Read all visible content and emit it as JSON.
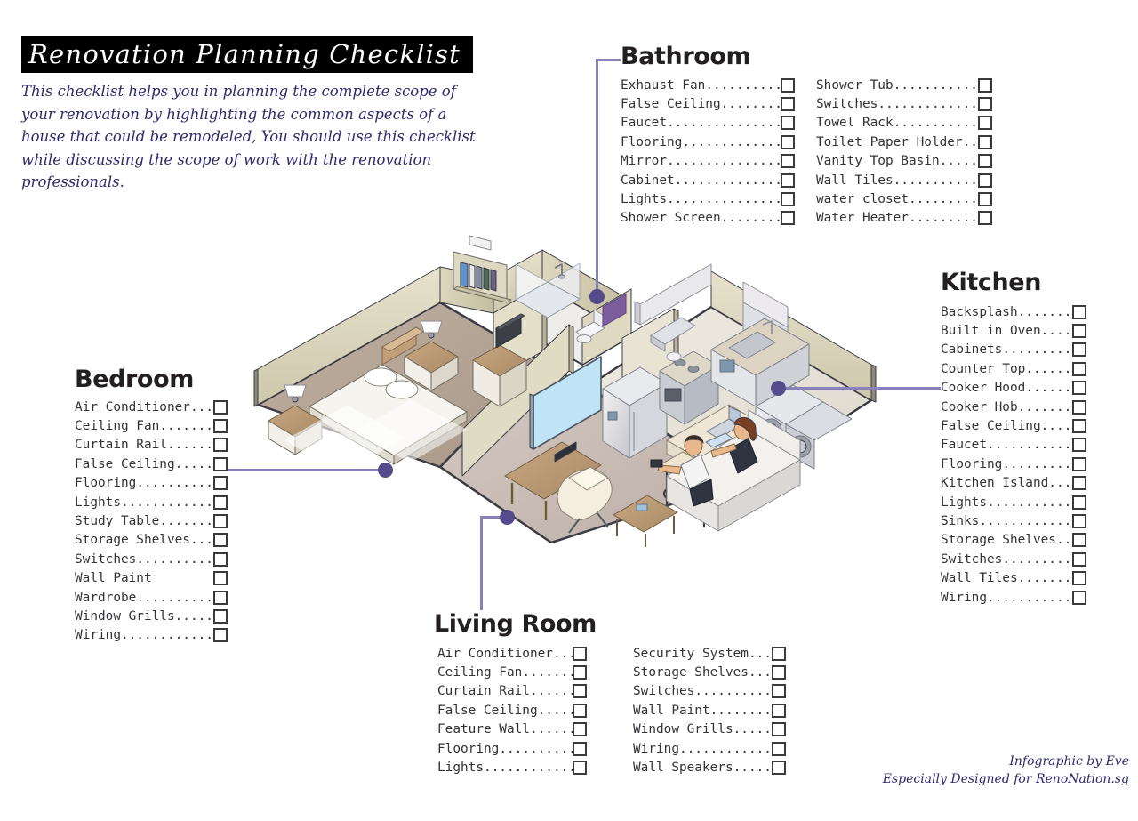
{
  "header": {
    "title": "Renovation Planning Checklist",
    "intro": "This checklist helps you in planning the complete scope of your renovation by highlighting the common aspects of a house that could be remodeled, You should use this checklist while discussing the scope of work with the renovation professionals."
  },
  "colors": {
    "banner_bg": "#000000",
    "banner_text": "#ffffff",
    "intro_text": "#2d2a6e",
    "heading": "#231f20",
    "item_text": "#333238",
    "checkbox_border": "#3a3a3a",
    "connector_line": "#8882b8",
    "connector_dot": "#554a8c",
    "wall": "#ded9c0",
    "wall_shade": "#c9c3a6",
    "floor_bedroom": "#b3a396",
    "floor_living": "#cbbfb8",
    "floor_kitchen": "#e9e5dc",
    "outline": "#3b3b44"
  },
  "sections": {
    "bathroom": {
      "title": "Bathroom",
      "columns": [
        [
          "Exhaust Fan",
          "False Ceiling",
          "Faucet",
          "Flooring",
          "Mirror",
          "Cabinet",
          "Lights",
          "Shower Screen"
        ],
        [
          "Shower Tub",
          "Switches",
          "Towel Rack",
          "Toilet Paper Holder",
          "Vanity Top Basin",
          "Wall Tiles",
          "water closet",
          "Water Heater"
        ]
      ]
    },
    "kitchen": {
      "title": "Kitchen",
      "columns": [
        [
          "Backsplash",
          "Built in Oven",
          "Cabinets",
          "Counter Top",
          "Cooker Hood",
          "Cooker Hob",
          "False Ceiling",
          "Faucet",
          "Flooring",
          "Kitchen Island",
          "Lights",
          "Sinks",
          "Storage Shelves",
          "Switches",
          "Wall Tiles",
          "Wiring"
        ]
      ]
    },
    "bedroom": {
      "title": "Bedroom",
      "columns": [
        [
          "Air Conditioner",
          "Ceiling Fan",
          "Curtain Rail",
          "False Ceiling",
          "Flooring",
          "Lights",
          "Study Table",
          "Storage Shelves",
          "Switches",
          "Wall Paint",
          "Wardrobe",
          "Window Grills",
          "Wiring"
        ]
      ],
      "no_dots": [
        "Wall Paint"
      ]
    },
    "living_room": {
      "title": "Living Room",
      "columns": [
        [
          "Air Conditioner",
          "Ceiling Fan",
          "Curtain Rail",
          "False Ceiling",
          "Feature Wall",
          "Flooring",
          "Lights"
        ],
        [
          "Security System",
          "Storage Shelves",
          "Switches",
          "Wall Paint",
          "Window Grills",
          "Wiring",
          "Wall Speakers"
        ]
      ]
    }
  },
  "footer": {
    "line1": "Infographic by Eve",
    "line2": "Especially Designed for RenoNation.sg"
  },
  "illustration": {
    "description": "Isometric cutaway floor plan of an apartment",
    "rooms": [
      "Bedroom",
      "Bathroom",
      "Kitchen",
      "Living Room"
    ],
    "objects": [
      "bed",
      "nightstand",
      "table lamp",
      "bookshelf",
      "wardrobe",
      "television",
      "shower",
      "toilet",
      "towel",
      "refrigerator",
      "oven",
      "cooker hood",
      "sink",
      "washing machine",
      "dryer",
      "kitchen island",
      "bar stool",
      "laptop",
      "fruit bowl",
      "sofa",
      "armchair",
      "coffee table",
      "two people seated"
    ]
  }
}
